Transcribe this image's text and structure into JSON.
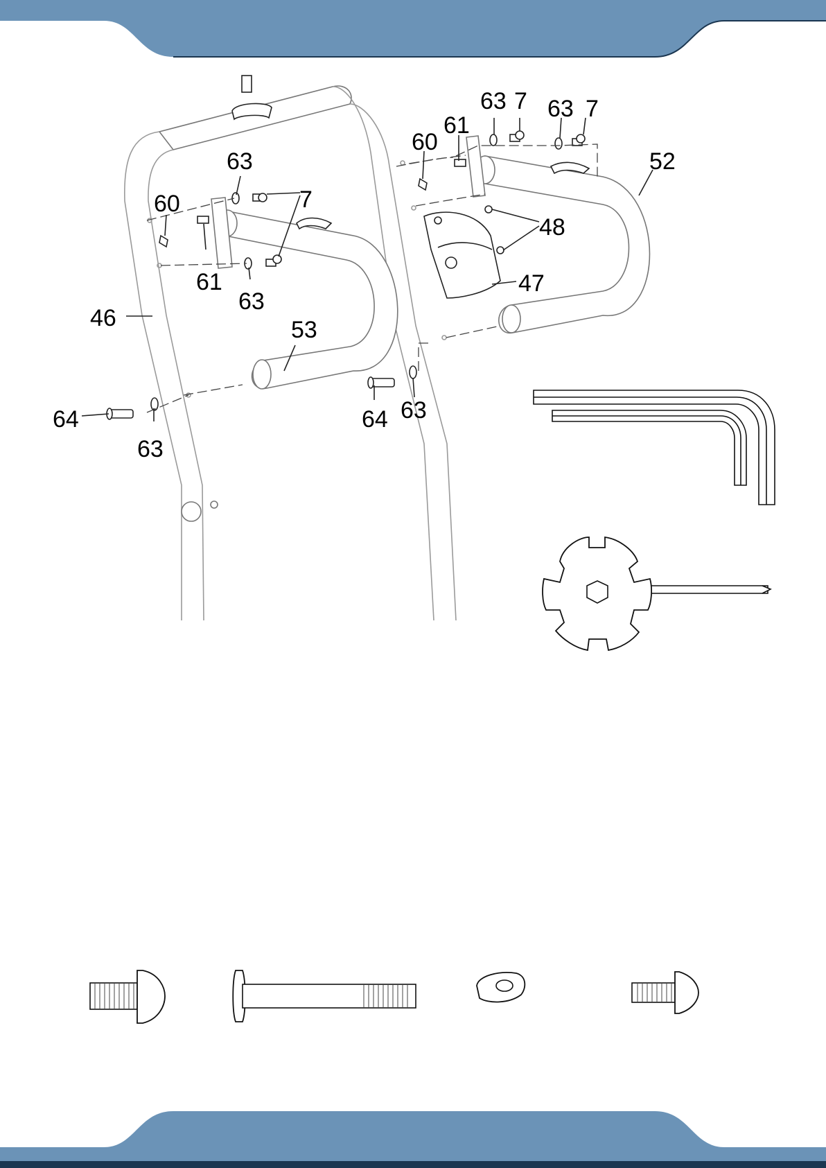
{
  "colors": {
    "band": "#6b93b7",
    "band_edge": "#1b3650",
    "ink": "#222222"
  },
  "labels": {
    "l46": "46",
    "l47": "47",
    "l48": "48",
    "l52": "52",
    "l53": "53",
    "l60a": "60",
    "l60b": "60",
    "l61a": "61",
    "l61b": "61",
    "l63a": "63",
    "l63b": "63",
    "l63c": "63",
    "l63d": "63",
    "l63e": "63",
    "l63f": "63",
    "l64a": "64",
    "l64b": "64",
    "l7a": "7",
    "l7b": "7",
    "l7c": "7"
  },
  "icons": {
    "hardware": [
      "button-head-bolt-icon",
      "long-axle-bolt-icon",
      "curved-washer-icon",
      "small-bolt-icon"
    ],
    "tools": [
      "allen-key-icon",
      "multi-wrench-screwdriver-icon"
    ]
  }
}
